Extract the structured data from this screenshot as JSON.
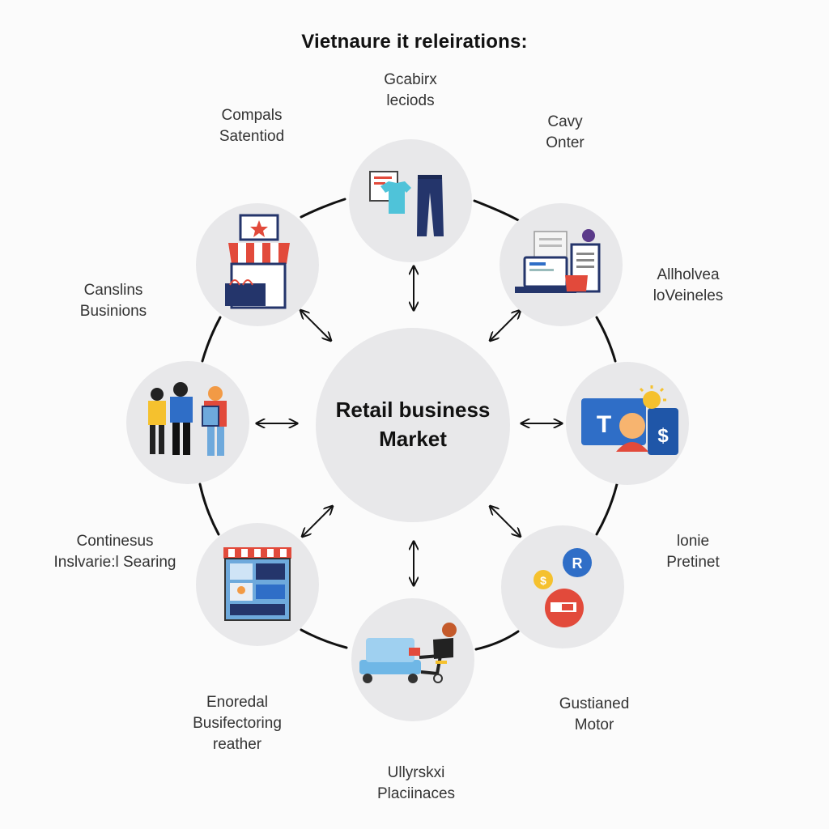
{
  "title": "Vietnaure it releirations:",
  "center": {
    "line1": "Retail business",
    "line2": "Market"
  },
  "nodes": [
    {
      "id": "top",
      "label1": "Gcabirx",
      "label2": "leciods",
      "icon": "clothing-icon"
    },
    {
      "id": "top-right",
      "label1": "Cavy",
      "label2": "Onter",
      "icon": "laptop-documents-icon"
    },
    {
      "id": "right",
      "label1": "Allholvea",
      "label2": "loVeineles",
      "icon": "payment-card-icon"
    },
    {
      "id": "bottom-right",
      "label1": "lonie",
      "label2": "Pretinet",
      "icon": "currency-coins-icon"
    },
    {
      "id": "bottom",
      "label1": "Ullyrskxi",
      "label2": "Placiinaces",
      "icon": "delivery-cart-icon"
    },
    {
      "id": "bottom-left",
      "label1": "Continesus",
      "label2": "Inslvarie:l Searing",
      "icon": "store-shelves-icon"
    },
    {
      "id": "left",
      "label1": "Canslins",
      "label2": "Businions",
      "icon": "people-group-icon"
    },
    {
      "id": "top-left",
      "label1": "Compals",
      "label2": "Satentiod",
      "icon": "storefront-icon"
    }
  ],
  "extra_labels": [
    {
      "id": "bottom-left-2",
      "line1": "Enoredal",
      "line2": "Busifectoring",
      "line3": "reather"
    },
    {
      "id": "bottom-right-2",
      "line1": "Gustianed",
      "line2": "Motor"
    }
  ],
  "colors": {
    "circle_fill": "#e8e8ea",
    "ring_stroke": "#111111",
    "arrow_stroke": "#111111",
    "blue": "#2f6ec7",
    "red": "#e24a3b",
    "yellow": "#f5c12e",
    "navy": "#24356b",
    "cyan": "#4fc3d9"
  }
}
